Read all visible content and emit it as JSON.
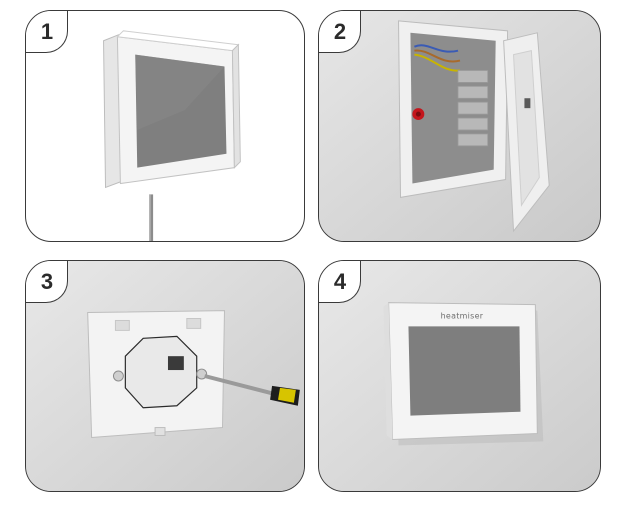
{
  "colors": {
    "border": "#3a3a3a",
    "wall": "#d9d9d9",
    "screen": "#7d7d7d",
    "frame": "#f2f2f2",
    "screwdriver_handle": "#d7c400"
  },
  "steps": [
    {
      "number": "1",
      "icon": "thermostat-lift-off-icon"
    },
    {
      "number": "2",
      "icon": "wiring-connection-icon"
    },
    {
      "number": "3",
      "icon": "screwdriver-mounting-icon"
    },
    {
      "number": "4",
      "icon": "mounted-thermostat-icon"
    }
  ],
  "device": {
    "brand": "heatmiser"
  }
}
